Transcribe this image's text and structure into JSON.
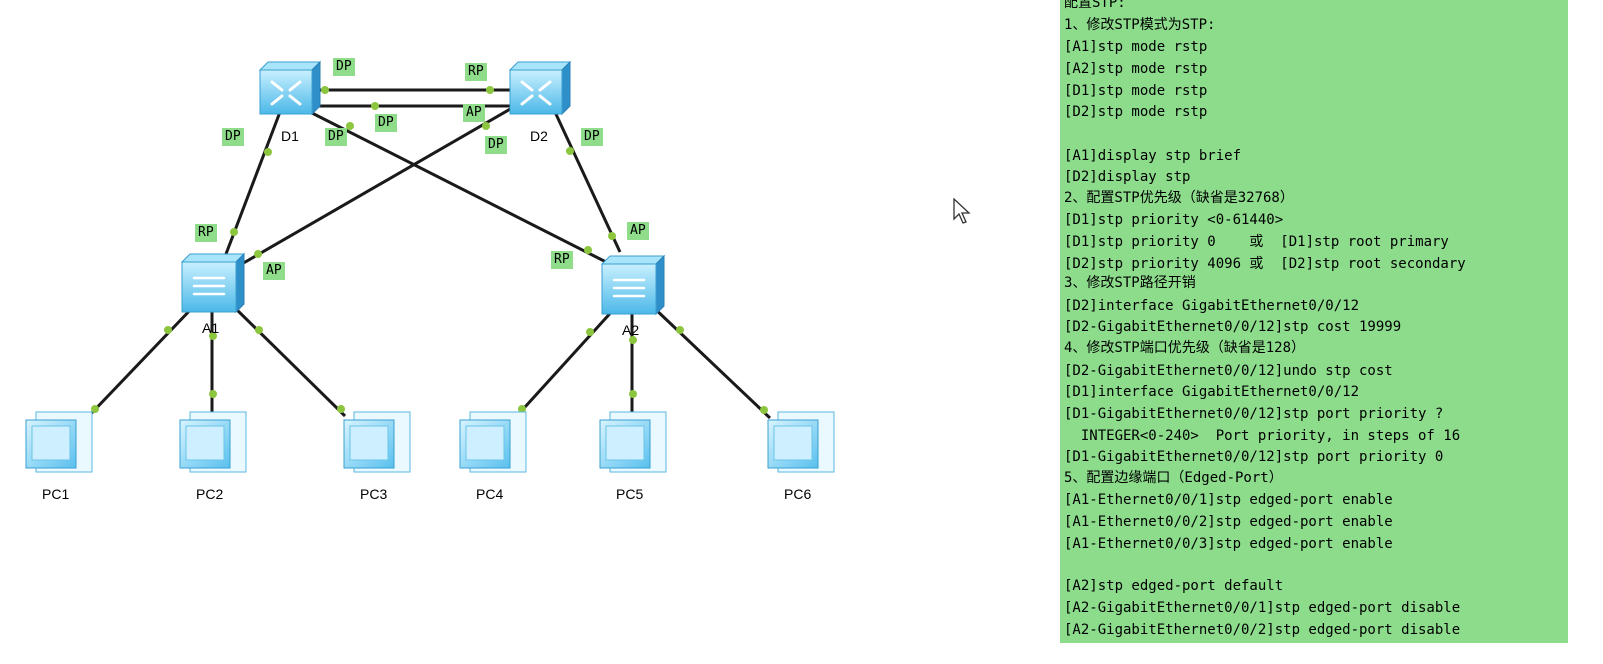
{
  "devices": {
    "d1": "D1",
    "d2": "D2",
    "a1": "A1",
    "a2": "A2",
    "pcs": [
      "PC1",
      "PC2",
      "PC3",
      "PC4",
      "PC5",
      "PC6"
    ]
  },
  "port_roles": [
    "DP",
    "RP",
    "DP",
    "AP",
    "DP",
    "DP",
    "DP",
    "DP",
    "RP",
    "AP",
    "AP",
    "RP"
  ],
  "config_lines": [
    "配置STP:",
    "1、修改STP模式为STP:",
    "[A1]stp mode rstp",
    "[A2]stp mode rstp",
    "[D1]stp mode rstp",
    "[D2]stp mode rstp",
    "",
    "[A1]display stp brief",
    "[D2]display stp",
    "2、配置STP优先级（缺省是32768）",
    "[D1]stp priority <0-61440>",
    "[D1]stp priority 0    或  [D1]stp root primary",
    "[D2]stp priority 4096 或  [D2]stp root secondary",
    "3、修改STP路径开销",
    "[D2]interface GigabitEthernet0/0/12",
    "[D2-GigabitEthernet0/0/12]stp cost 19999",
    "4、修改STP端口优先级（缺省是128）",
    "[D2-GigabitEthernet0/0/12]undo stp cost",
    "[D1]interface GigabitEthernet0/0/12",
    "[D1-GigabitEthernet0/0/12]stp port priority ?",
    "  INTEGER<0-240>  Port priority, in steps of 16",
    "[D1-GigabitEthernet0/0/12]stp port priority 0",
    "5、配置边缘端口（Edged-Port）",
    "[A1-Ethernet0/0/1]stp edged-port enable",
    "[A1-Ethernet0/0/2]stp edged-port enable",
    "[A1-Ethernet0/0/3]stp edged-port enable",
    "",
    "[A2]stp edged-port default",
    "[A2-GigabitEthernet0/0/1]stp edged-port disable",
    "[A2-GigabitEthernet0/0/2]stp edged-port disable"
  ],
  "colors": {
    "panel_bg": "#8cdc8c",
    "tag_bg": "#8fdc8a",
    "link_dot": "#8cc63f",
    "device_blue": "#5cc8f0"
  }
}
